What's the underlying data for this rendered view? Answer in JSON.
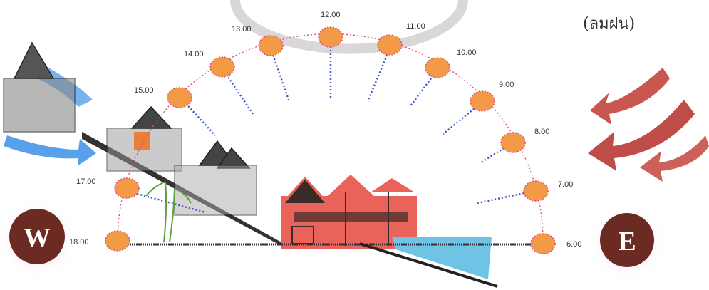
{
  "rain_label": "(ลมฝน)",
  "west": {
    "letter": "W",
    "color": "#6b2a22"
  },
  "east": {
    "letter": "E",
    "color": "#6b2a22"
  },
  "sun_color": "#f29a45",
  "arc_color": "#e0507a",
  "ray_color": "#3a55c8",
  "hours": [
    "6.00",
    "7.00",
    "8.00",
    "9.00",
    "10.00",
    "11.00",
    "12.00",
    "13.00",
    "14.00",
    "15.00",
    "17.00",
    "18.00"
  ]
}
